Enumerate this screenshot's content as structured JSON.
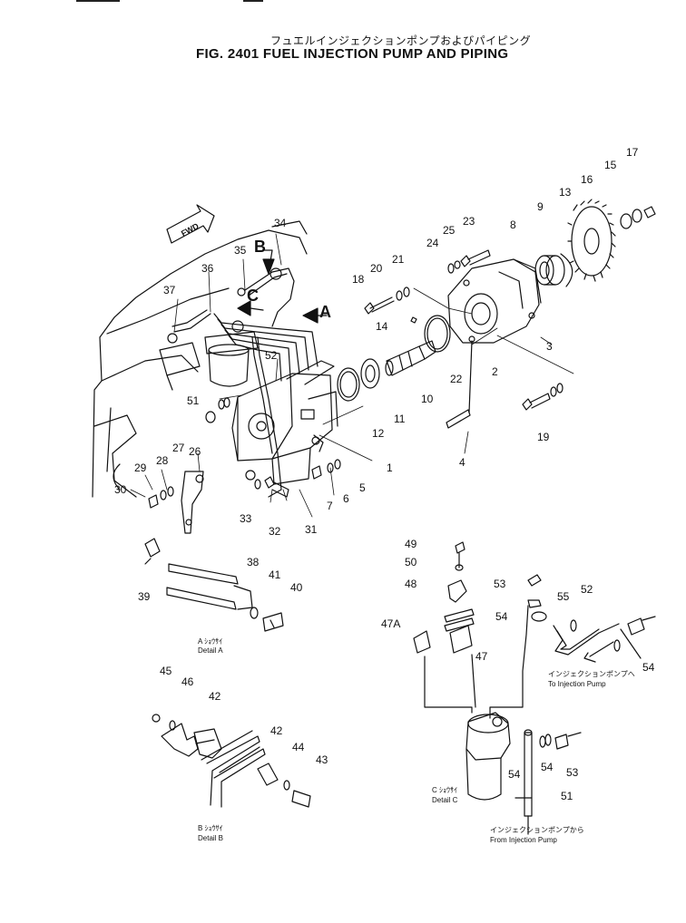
{
  "title_jp": "フュエルインジェクションポンプおよびパイピング",
  "title_en": "FIG. 2401  FUEL INJECTION PUMP AND PIPING",
  "fwd_label": "FWD",
  "view_markers": [
    "A",
    "B",
    "C"
  ],
  "part_numbers": [
    "1",
    "2",
    "3",
    "4",
    "5",
    "6",
    "7",
    "8",
    "9",
    "10",
    "11",
    "12",
    "13",
    "14",
    "15",
    "16",
    "17",
    "18",
    "19",
    "20",
    "21",
    "22",
    "23",
    "24",
    "25",
    "26",
    "27",
    "28",
    "29",
    "30",
    "31",
    "32",
    "33",
    "34",
    "35",
    "36",
    "37",
    "38",
    "39",
    "40",
    "41",
    "42",
    "43",
    "44",
    "45",
    "46",
    "47",
    "47A",
    "48",
    "49",
    "50",
    "51",
    "52",
    "53",
    "54",
    "55"
  ],
  "details": {
    "a": {
      "jp": "A  ｼｮｳｻｲ",
      "en": "Detail A"
    },
    "b": {
      "jp": "B  ｼｮｳｻｲ",
      "en": "Detail B"
    },
    "c": {
      "jp": "C  ｼｮｳｻｲ",
      "en": "Detail C"
    }
  },
  "notes": {
    "to_pump_jp": "インジェクションポンプへ",
    "to_pump_en": "To Injection Pump",
    "from_pump_jp": "インジェクションポンプから",
    "from_pump_en": "From Injection Pump"
  }
}
